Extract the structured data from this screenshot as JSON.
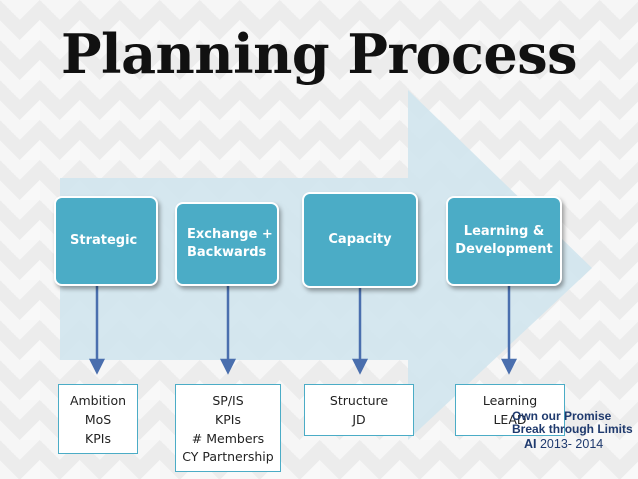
{
  "title": "Planning Process",
  "colors": {
    "stage_fill": "#4bacc6",
    "arrow_fill": "#d3e6ee",
    "connector": "#4a6fae",
    "title": "#111111"
  },
  "stages": [
    {
      "id": "strategic",
      "label": "Strategic",
      "items": [
        "Ambition",
        "MoS",
        "KPIs"
      ]
    },
    {
      "id": "exchange",
      "label": "Exchange +\nBackwards",
      "items": [
        "SP/IS",
        "KPIs",
        "# Members",
        "CY Partnership"
      ]
    },
    {
      "id": "capacity",
      "label": "Capacity",
      "items": [
        "Structure",
        "JD"
      ]
    },
    {
      "id": "learning",
      "label": "Learning &\nDevelopment",
      "items": [
        "Learning",
        "LEAD"
      ]
    }
  ],
  "branding": {
    "line1": "Own our Promise",
    "line2": "Break through Limits",
    "line3_bold": "AI",
    "line3_rest": " 2013- 2014"
  }
}
